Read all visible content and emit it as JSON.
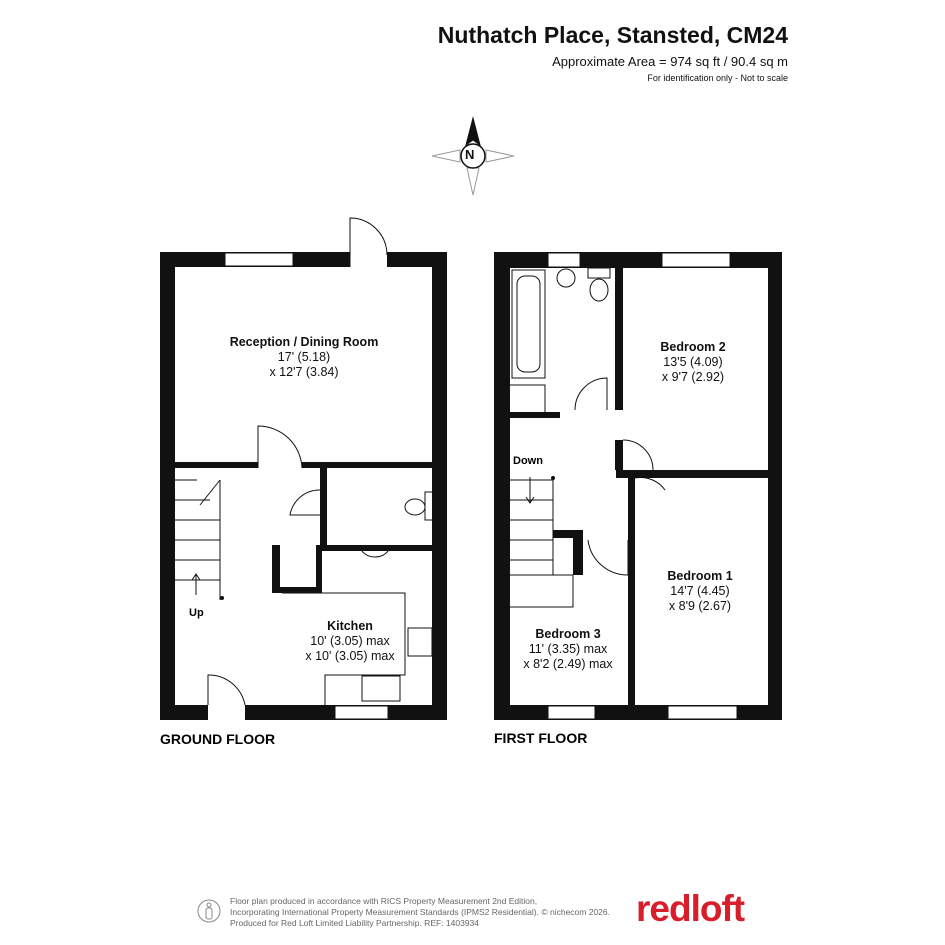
{
  "header": {
    "title": "Nuthatch Place, Stansted, CM24",
    "area": "Approximate Area = 974 sq ft / 90.4 sq m",
    "disclaimer": "For identification only - Not to scale"
  },
  "compass": {
    "label": "N"
  },
  "ground_floor": {
    "label": "GROUND FLOOR",
    "stairs": "Up",
    "rooms": [
      {
        "name": "Reception / Dining Room",
        "dim1": "17' (5.18)",
        "dim2": "x 12'7 (3.84)"
      },
      {
        "name": "Kitchen",
        "dim1": "10' (3.05) max",
        "dim2": "x 10' (3.05) max"
      }
    ]
  },
  "first_floor": {
    "label": "FIRST FLOOR",
    "stairs": "Down",
    "rooms": [
      {
        "name": "Bedroom 2",
        "dim1": "13'5 (4.09)",
        "dim2": "x 9'7 (2.92)"
      },
      {
        "name": "Bedroom 1",
        "dim1": "14'7 (4.45)",
        "dim2": "x 8'9 (2.67)"
      },
      {
        "name": "Bedroom 3",
        "dim1": "11' (3.35) max",
        "dim2": "x 8'2 (2.49) max"
      }
    ]
  },
  "footer": {
    "line1": "Floor plan produced in accordance with RICS Property Measurement 2nd Edition,",
    "line2": "Incorporating International Property Measurement Standards (IPMS2 Residential).   © nichecom 2026.",
    "line3": "Produced for Red Loft Limited Liability Partnership.   REF:  1403934",
    "logo": "redloft"
  }
}
